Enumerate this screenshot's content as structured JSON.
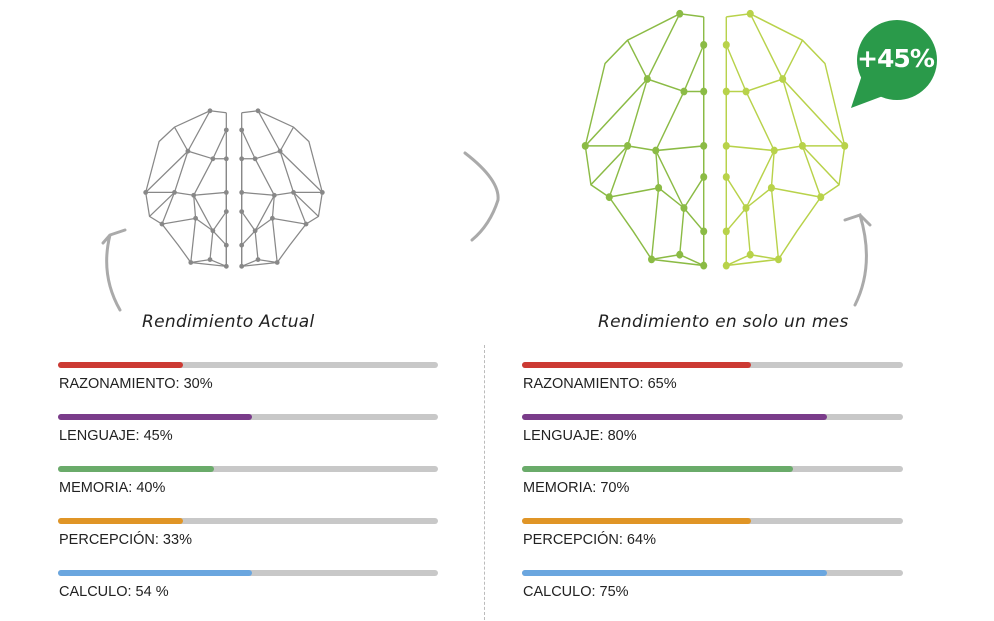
{
  "badge": {
    "text": "+45%",
    "color": "#2a9a4a"
  },
  "left": {
    "title": "Rendimiento Actual",
    "bars": [
      {
        "label": "RAZONAMIENTO: 30%",
        "fill": 33,
        "color": "#cc3a33"
      },
      {
        "label": "LENGUAJE: 45%",
        "fill": 51,
        "color": "#7a3c8a"
      },
      {
        "label": "MEMORIA: 40%",
        "fill": 41,
        "color": "#6aab6a"
      },
      {
        "label": "PERCEPCIÓN: 33%",
        "fill": 33,
        "color": "#e09526"
      },
      {
        "label": "CALCULO: 54 %",
        "fill": 51,
        "color": "#6aa6df"
      }
    ]
  },
  "right": {
    "title": "Rendimiento en solo un mes",
    "bars": [
      {
        "label": "RAZONAMIENTO: 65%",
        "fill": 60,
        "color": "#cc3a33"
      },
      {
        "label": "LENGUAJE: 80%",
        "fill": 80,
        "color": "#7a3c8a"
      },
      {
        "label": "MEMORIA: 70%",
        "fill": 71,
        "color": "#6aab6a"
      },
      {
        "label": "PERCEPCIÓN: 64%",
        "fill": 60,
        "color": "#e09526"
      },
      {
        "label": "CALCULO: 75%",
        "fill": 80,
        "color": "#6aa6df"
      }
    ]
  }
}
